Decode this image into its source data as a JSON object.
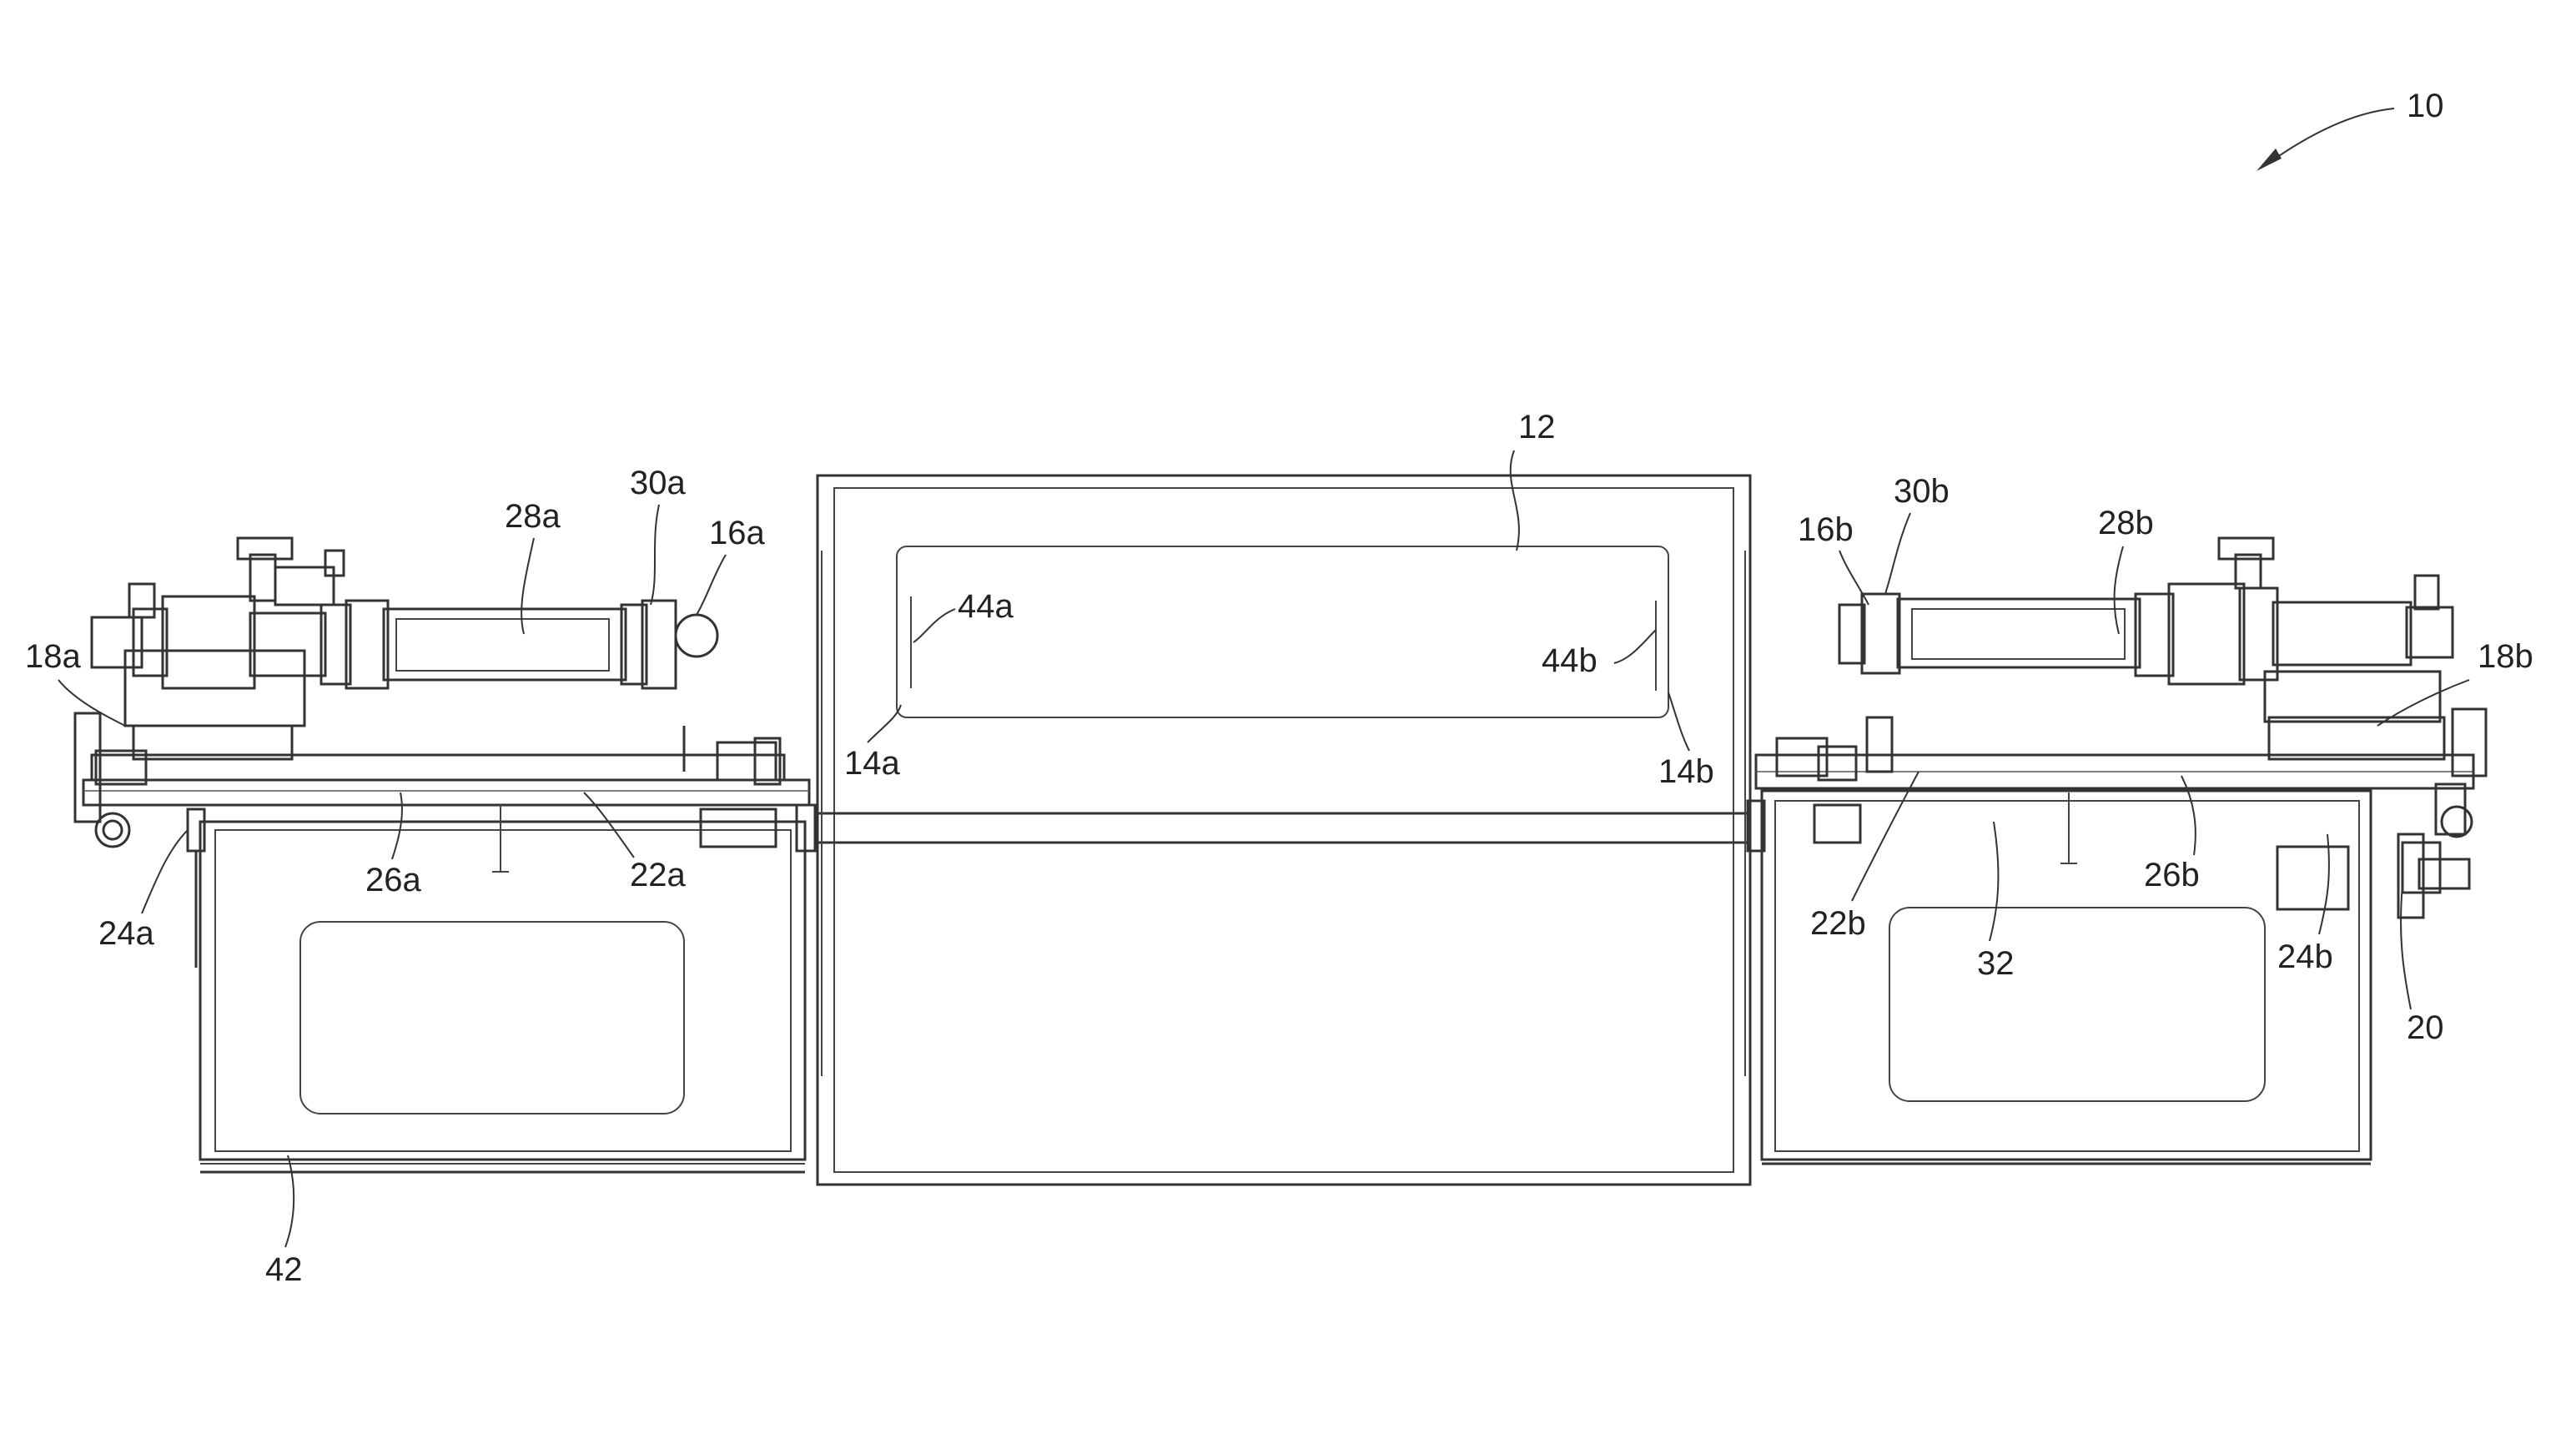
{
  "figure": {
    "labels": {
      "r10": "10",
      "r12": "12",
      "r16a": "16a",
      "r16b": "16b",
      "r18a": "18a",
      "r18b": "18b",
      "r20": "20",
      "r22a": "22a",
      "r22b": "22b",
      "r24a": "24a",
      "r24b": "24b",
      "r26a": "26a",
      "r26b": "26b",
      "r28a": "28a",
      "r28b": "28b",
      "r30a": "30a",
      "r30b": "30b",
      "r32": "32",
      "r42": "42",
      "r44a": "44a",
      "r44b": "44b",
      "r14a": "14a",
      "r14b": "14b"
    }
  }
}
